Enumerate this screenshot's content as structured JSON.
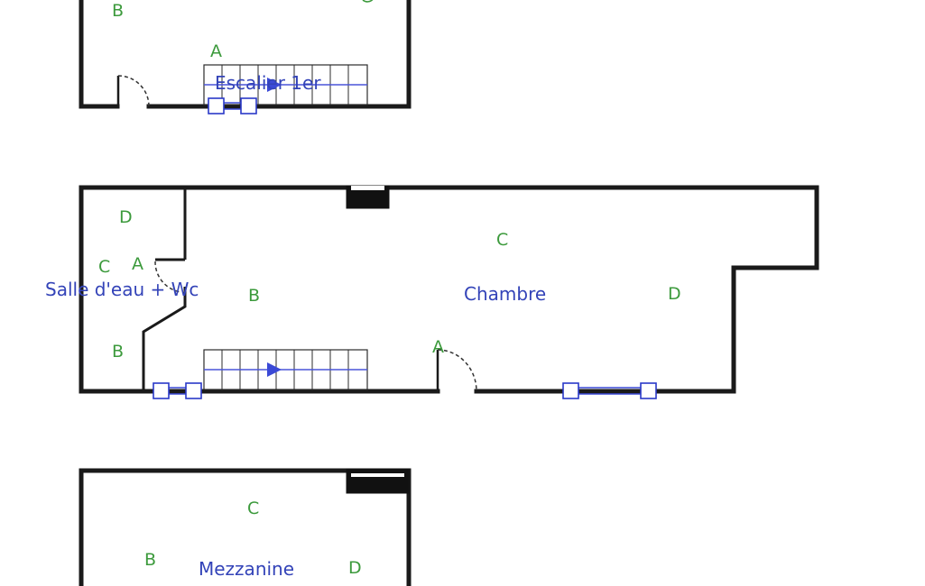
{
  "rooms": {
    "stair_room": {
      "name": "Escalier 1er"
    },
    "bathroom": {
      "name": "Salle d'eau + Wc"
    },
    "bedroom": {
      "name": "Chambre"
    },
    "mezzanine": {
      "name": "Mezzanine"
    }
  },
  "markers": {
    "top_b": "B",
    "top_a": "A",
    "mid_d": "D",
    "mid_c_left": "C",
    "mid_a_left": "A",
    "mid_b_center": "B",
    "mid_b_left": "B",
    "mid_c_center": "C",
    "mid_d_right": "D",
    "mid_a_door": "A",
    "bot_c": "C",
    "bot_b": "B",
    "bot_d": "D"
  },
  "colors": {
    "wall": "#1a1a1a",
    "marker_text": "#3c9a3c",
    "room_text": "#3343b8",
    "stair_arrow": "#3a49d6"
  }
}
